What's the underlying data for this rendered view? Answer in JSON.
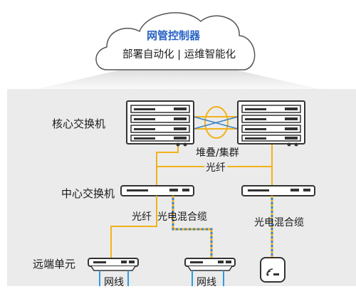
{
  "cloud": {
    "title": "网管控制器",
    "subtitle": "部署自动化 | 运维智能化"
  },
  "rows": {
    "core": "核心交换机",
    "center": "中心交换机",
    "remote": "远端单元"
  },
  "links": {
    "stack": "堆叠/集群",
    "core_uplink": "光纤",
    "left_fiber": "光纤",
    "left_hybrid": "光电混合缆",
    "right_hybrid": "光电混合缆",
    "network_cable_1": "网线",
    "network_cable_2": "网线"
  },
  "colors": {
    "cloud_title": "#2a64c4",
    "panel": "#ebebeb",
    "device_outline": "#333333",
    "fiber": "#f2b21c",
    "hybrid": "#3b84c4",
    "network_cable": "#2e9be0",
    "stack_ring": "#f2b21c"
  },
  "icons": {
    "core_switch": "rack-switch-icon",
    "access_switch": "flat-switch-icon",
    "remote_unit": "remote-unit-icon",
    "wifi_ap": "wifi-ap-icon"
  }
}
